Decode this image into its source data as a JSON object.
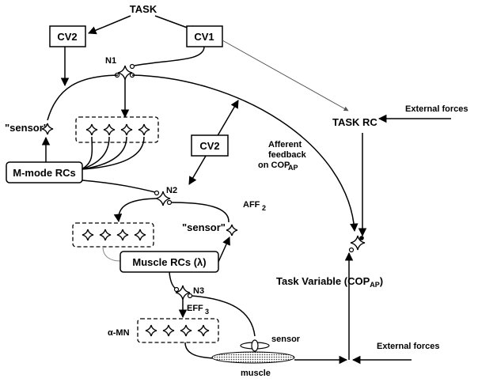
{
  "labels": {
    "task": "TASK",
    "cv2_top": "CV2",
    "cv1": "CV1",
    "n1": "N1",
    "sensor_left": "\"sensor\"",
    "mmode_rcs": "M-mode RCs",
    "cv2_mid": "CV2",
    "task_rc": "TASK RC",
    "external_forces_top": "External forces",
    "afferent_1": "Afferent",
    "afferent_2": "feedback",
    "afferent_3": "on COP",
    "afferent_sub": "AP",
    "n2": "N2",
    "aff2": "AFF",
    "aff2_sub": "2",
    "sensor_mid": "\"sensor\"",
    "muscle_rcs": "Muscle RCs (λ)",
    "task_variable": "Task Variable (COP",
    "task_variable_sub": "AP",
    "task_variable_end": ")",
    "n3": "N3",
    "eff3": "EFF",
    "eff3_sub": "3",
    "alpha_mn": "α-MN",
    "sensor_bottom": "sensor",
    "external_forces_bottom": "External forces",
    "muscle": "muscle"
  }
}
